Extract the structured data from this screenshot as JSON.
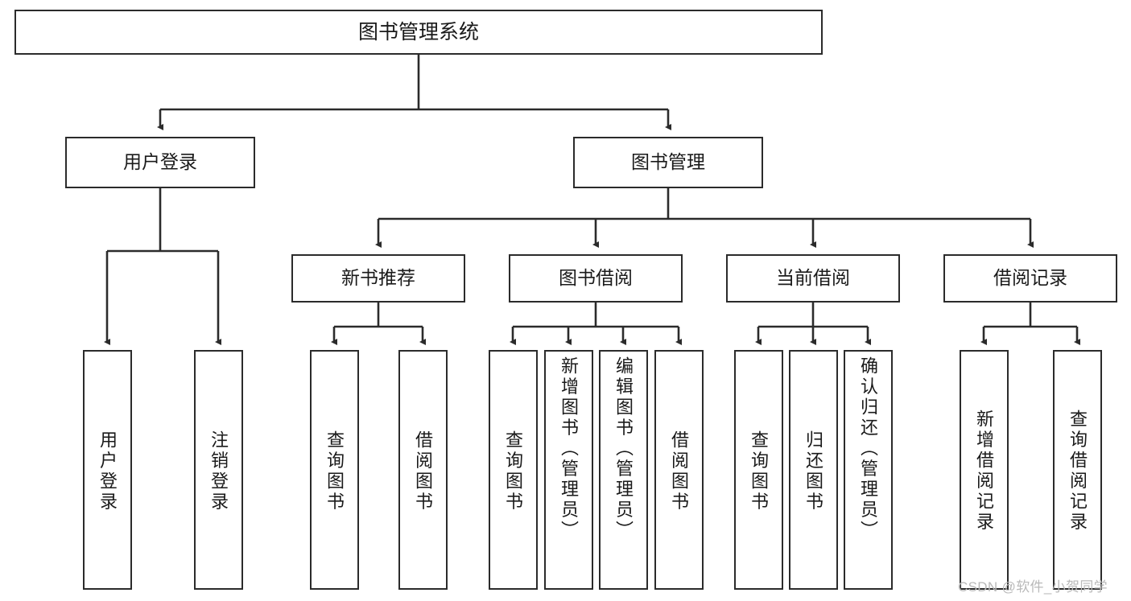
{
  "diagram": {
    "title": "图书管理系统",
    "type": "tree-hierarchy",
    "line_color": "#2b2b2b",
    "box_fill": "#ffffff",
    "text_color": "#1a1a1a",
    "levels": {
      "root": {
        "label": "图书管理系统"
      },
      "level1": [
        {
          "label": "用户登录"
        },
        {
          "label": "图书管理"
        }
      ],
      "level2": [
        {
          "label": "新书推荐"
        },
        {
          "label": "图书借阅"
        },
        {
          "label": "当前借阅"
        },
        {
          "label": "借阅记录"
        }
      ],
      "leaves": {
        "user_login": [
          {
            "label": "用户登录"
          },
          {
            "label": "注销登录"
          }
        ],
        "new_book_recommend": [
          {
            "label": "查询图书"
          },
          {
            "label": "借阅图书"
          }
        ],
        "book_borrow": [
          {
            "label": "查询图书"
          },
          {
            "label": "新增图书（管理员）"
          },
          {
            "label": "编辑图书（管理员）"
          },
          {
            "label": "借阅图书"
          }
        ],
        "current_borrow": [
          {
            "label": "查询图书"
          },
          {
            "label": "归还图书"
          },
          {
            "label": "确认归还（管理员）"
          }
        ],
        "borrow_record": [
          {
            "label": "新增借阅记录"
          },
          {
            "label": "查询借阅记录"
          }
        ]
      }
    }
  },
  "watermark": {
    "text": "CSDN @软件_小贺同学",
    "color": "#b9b9b9"
  }
}
